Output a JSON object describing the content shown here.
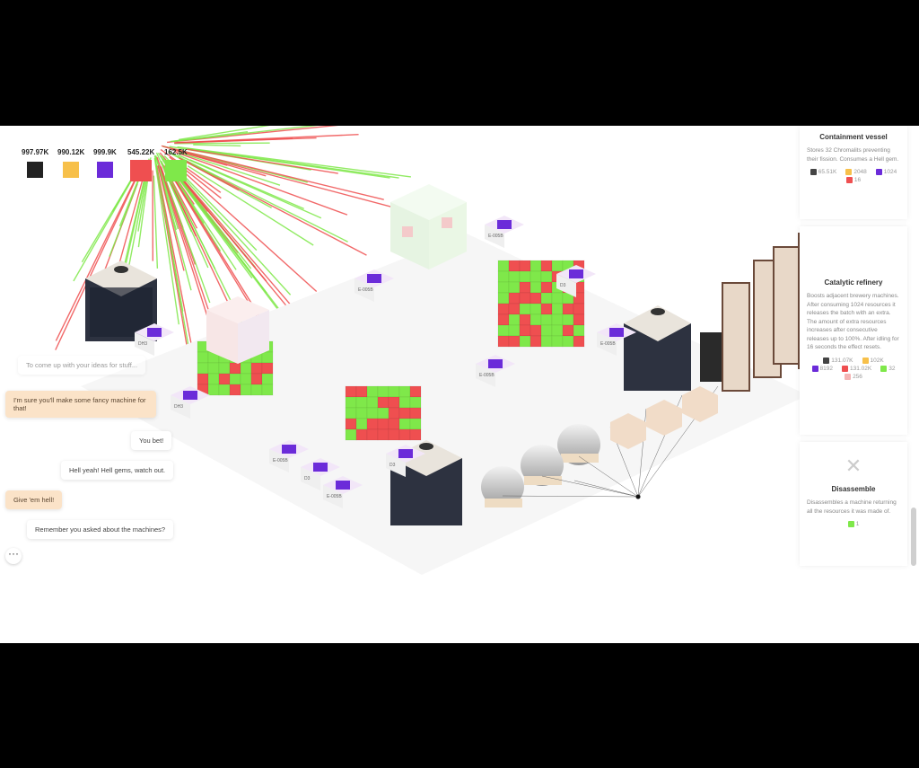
{
  "resources": [
    {
      "value": "997.97K",
      "color": "#222222",
      "icon": "black-cube-icon"
    },
    {
      "value": "990.12K",
      "color": "#f7c04a",
      "icon": "yellow-cube-icon"
    },
    {
      "value": "999.9K",
      "color": "#6b2bd9",
      "icon": "purple-cube-icon"
    },
    {
      "value": "545.22K",
      "color": "#ef4f50",
      "icon": "red-cube-icon"
    },
    {
      "value": "162.5K",
      "color": "#7fe84a",
      "icon": "green-cube-icon"
    }
  ],
  "chat": [
    {
      "text": "To come up with your ideas for stuff...",
      "from": "bot"
    },
    {
      "text": "I'm sure you'll make some fancy machine for that!",
      "from": "me"
    },
    {
      "text": "You bet!",
      "from": "bot"
    },
    {
      "text": "Hell yeah! Hell gems, watch out.",
      "from": "bot"
    },
    {
      "text": "Give 'em hell!",
      "from": "me"
    },
    {
      "text": "Remember you asked about the machines?",
      "from": "bot"
    }
  ],
  "more_label": "···",
  "panels": {
    "containment": {
      "title": "Containment vessel",
      "desc": "Stores 32 Chromalits preventing their fission. Consumes a Hell gem.",
      "costs": [
        "65.51K",
        "2048",
        "1024",
        "16"
      ]
    },
    "refinery": {
      "title": "Catalytic refinery",
      "desc": "Boosts adjacent brewery machines. After consuming 1024 resources it releases the batch with an extra. The amount of extra resources increases after consecutive releases up to 100%. After idling for 16 seconds the effect resets.",
      "costs": [
        "131.07K",
        "102K",
        "8192",
        "131.02K",
        "32",
        "256"
      ]
    },
    "disassemble": {
      "title": "Disassemble",
      "desc": "Disassembles a machine returning all the resources it was made of.",
      "cost": "1"
    }
  },
  "machine_labels": [
    "DH3",
    "DH3",
    "E-005B",
    "E-005B",
    "E-005B",
    "E-005B",
    "E-005B",
    "E-005B",
    "D3",
    "D3",
    "D3"
  ],
  "colors": {
    "accent_green": "#7fe84a",
    "accent_red": "#ef4f50",
    "purple": "#6b2bd9",
    "beige": "#f1dcc8"
  }
}
